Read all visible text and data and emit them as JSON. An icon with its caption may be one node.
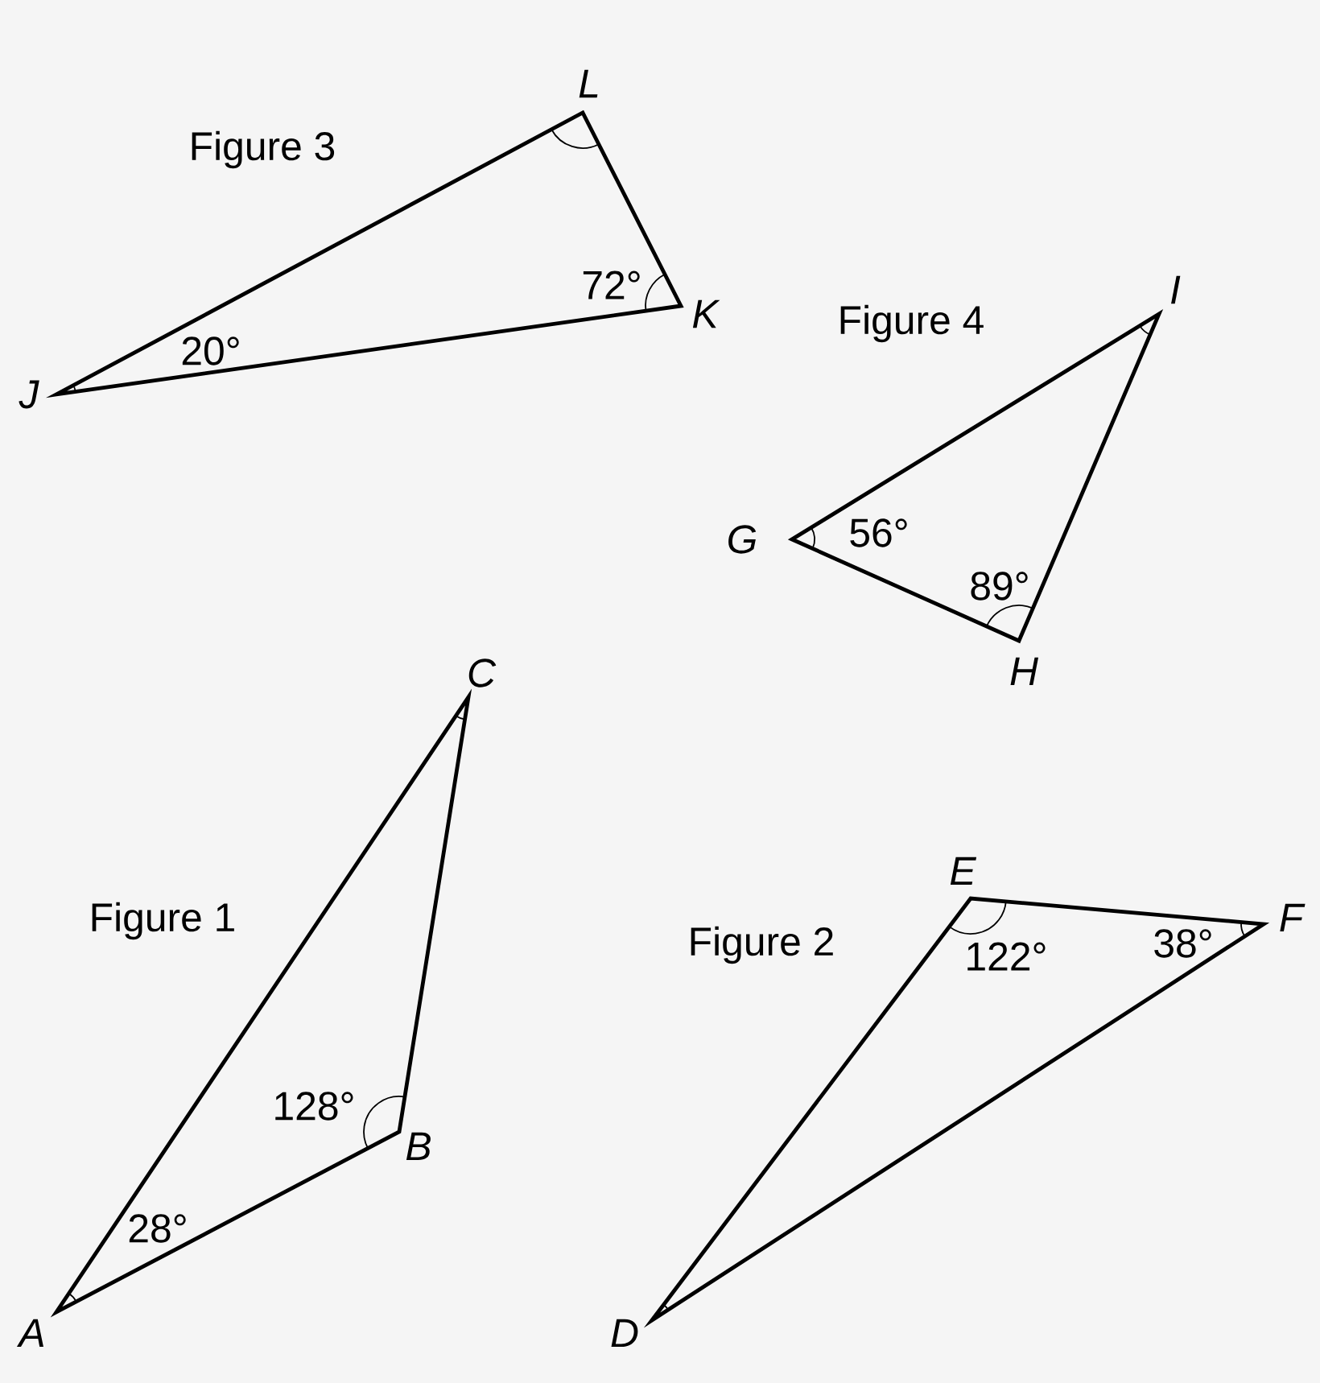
{
  "diagram": {
    "labels": [
      "L",
      "Figure 3",
      "72°",
      "I",
      "K",
      "Figure 4",
      "20°",
      "J",
      "56°",
      "G",
      "89°",
      "H",
      "C",
      "E",
      "F",
      "Figure 1",
      "38°",
      "Figure 2",
      "122°",
      "128°",
      "B",
      "28°",
      "A",
      "D"
    ]
  }
}
